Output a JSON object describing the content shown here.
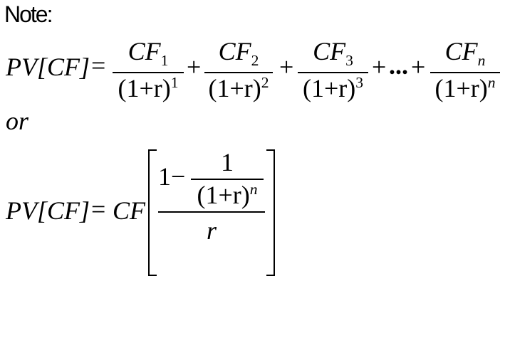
{
  "note_label": "Note:",
  "or_label": "or",
  "formula1": {
    "lhs": "PV[CF]",
    "equals": "=",
    "terms": [
      {
        "num": "CF",
        "sub": "1",
        "den": "(1+r)",
        "exp": "1"
      },
      {
        "num": "CF",
        "sub": "2",
        "den": "(1+r)",
        "exp": "2"
      },
      {
        "num": "CF",
        "sub": "3",
        "den": "(1+r)",
        "exp": "3"
      },
      {
        "num": "CF",
        "sub": "n",
        "den": "(1+r)",
        "exp": "n"
      }
    ],
    "plus": "+",
    "ellipsis": "..."
  },
  "formula2": {
    "lhs": "PV[CF]",
    "equals": "=",
    "factor": "CF",
    "one_minus": "1−",
    "inner_num": "1",
    "inner_den": "(1+r)",
    "inner_exp": "n",
    "denominator": "r"
  }
}
